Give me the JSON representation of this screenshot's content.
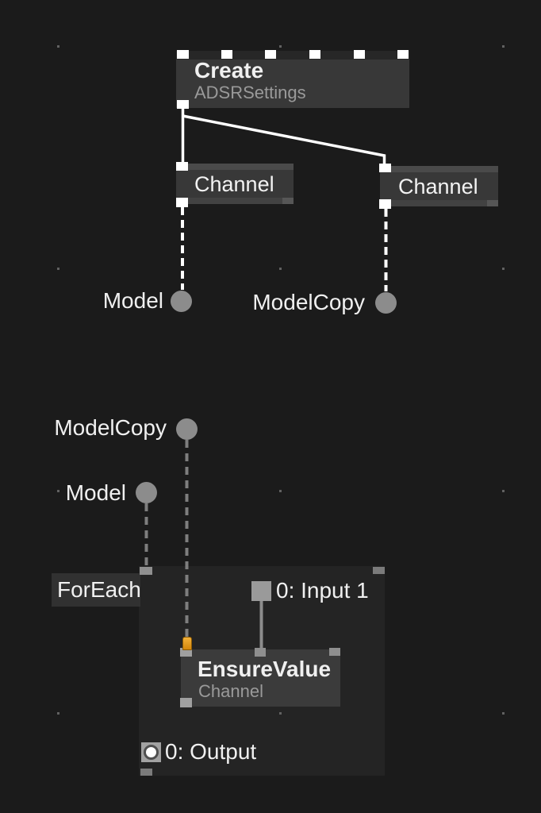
{
  "colors": {
    "background": "#1b1b1b",
    "group_panel": "#242424",
    "node_body": "#383838",
    "node_header_strip": "#4a4a4a",
    "white_port": "#ffffff",
    "gray_port": "#9a9a9a",
    "cable_white": "#ffffff",
    "cable_gray": "#7e7e7e",
    "accent_orange": "#dd9a1f",
    "text_primary": "#f0f0f0",
    "text_secondary": "#9a9a9a"
  },
  "upper_graph": {
    "create_node": {
      "title": "Create",
      "subtitle": "ADSRSettings"
    },
    "channel_node_left": {
      "title": "Channel"
    },
    "channel_node_right": {
      "title": "Channel"
    },
    "model_output": {
      "label": "Model"
    },
    "modelcopy_output": {
      "label": "ModelCopy"
    }
  },
  "lower_graph": {
    "modelcopy_input": {
      "label": "ModelCopy"
    },
    "model_input": {
      "label": "Model"
    },
    "foreach_group": {
      "label": "ForEach",
      "input_slot": {
        "label": "0: Input 1"
      },
      "output_slot": {
        "label": "0: Output"
      }
    },
    "ensure_value_node": {
      "title": "EnsureValue",
      "subtitle": "Channel"
    }
  },
  "grid": {
    "dot_xs": [
      72,
      352,
      633
    ],
    "dot_ys": [
      57,
      337,
      617,
      897
    ]
  }
}
